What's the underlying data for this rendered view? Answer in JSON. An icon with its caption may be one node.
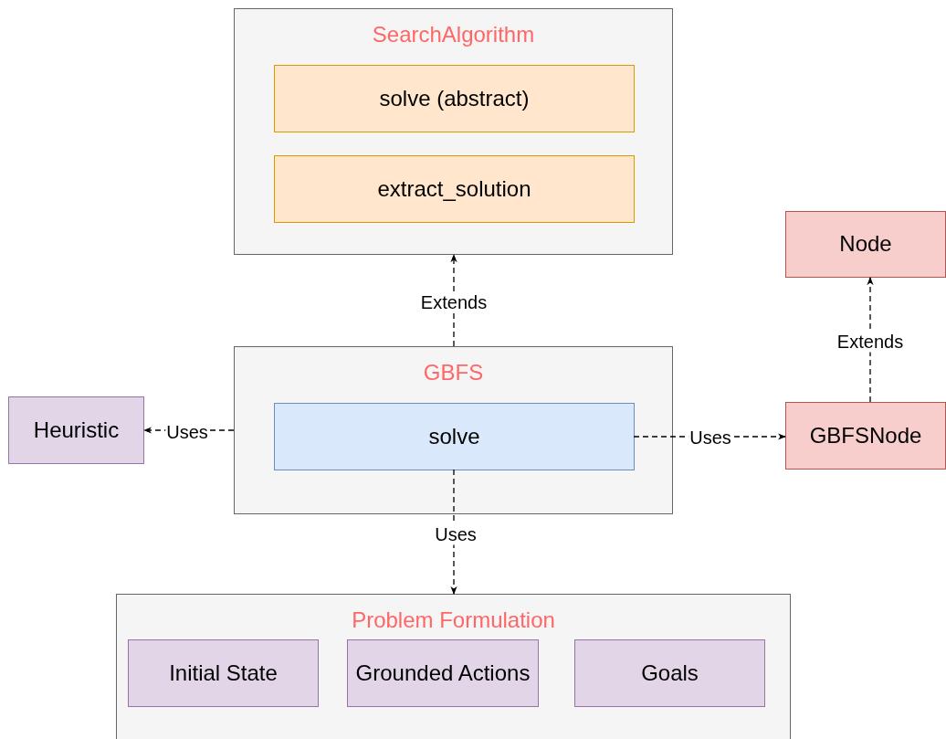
{
  "diagram": {
    "nodes": [
      {
        "text": [
          "SearchAlgorithm"
        ]
      },
      {
        "text": [
          "solve (abstract)"
        ],
        "in": 0
      },
      {
        "text": [
          "extract_solution"
        ],
        "in": 0
      },
      {
        "text": [
          "Node"
        ]
      },
      {
        "text": [
          "GBFS"
        ]
      },
      {
        "text": [
          "solve"
        ],
        "in": 4
      },
      {
        "text": [
          "Heuristic"
        ]
      },
      {
        "text": [
          "GBFSNode"
        ]
      },
      {
        "text": [
          "Problem Formulation"
        ]
      },
      {
        "text": [
          "Initial State"
        ],
        "in": 8
      },
      {
        "text": [
          "Grounded Actions"
        ],
        "in": 8
      },
      {
        "text": [
          "Goals"
        ],
        "in": 8
      }
    ],
    "edges": [
      {
        "from": 4,
        "to": 0,
        "arrow": "to",
        "label": "Extends",
        "style": "dashed"
      },
      {
        "from": 4,
        "to": 6,
        "arrow": "to",
        "label": "Uses",
        "style": "dashed"
      },
      {
        "from": 5,
        "to": 7,
        "arrow": "to",
        "label": "Uses",
        "style": "dashed"
      },
      {
        "from": 5,
        "to": 8,
        "arrow": "to",
        "label": "Uses",
        "style": "dashed"
      },
      {
        "from": 7,
        "to": 3,
        "arrow": "to",
        "label": "Extends",
        "style": "dashed"
      }
    ]
  }
}
